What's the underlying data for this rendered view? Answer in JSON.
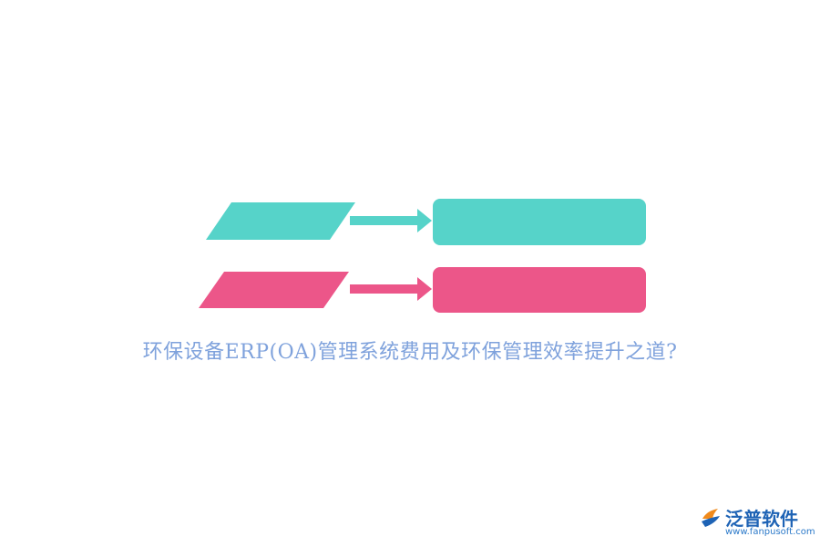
{
  "title": "环保设备ERP(OA)管理系统费用及环保管理效率提升之道?",
  "colors": {
    "teal": "#56d3c9",
    "pink": "#ec5689",
    "title": "#7fa2dc",
    "logo_blue": "#1e63b5",
    "logo_orange": "#f08a1c"
  },
  "rows": [
    {
      "color": "teal",
      "parallelogram_label": "",
      "box_label": ""
    },
    {
      "color": "pink",
      "parallelogram_label": "",
      "box_label": ""
    }
  ],
  "logo": {
    "name": "泛普软件",
    "url": "www.fanpusoft.com",
    "icon": "fanpu-logo-icon"
  }
}
